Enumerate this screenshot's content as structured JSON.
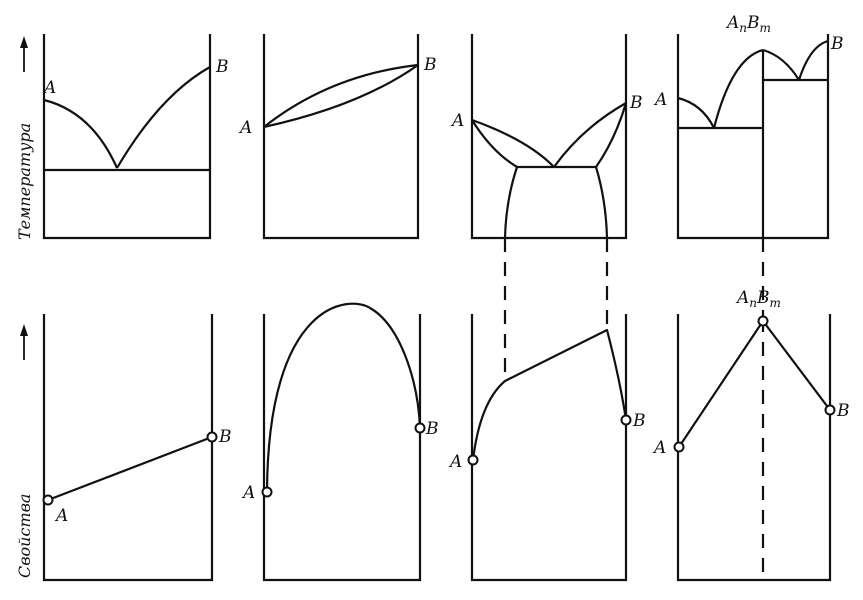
{
  "axes": {
    "temperature": "Температура",
    "properties": "Свойства"
  },
  "labels": {
    "a": "A",
    "b": "B",
    "compound_a": "A",
    "compound_n": "n",
    "compound_b": "B",
    "compound_m": "m"
  }
}
